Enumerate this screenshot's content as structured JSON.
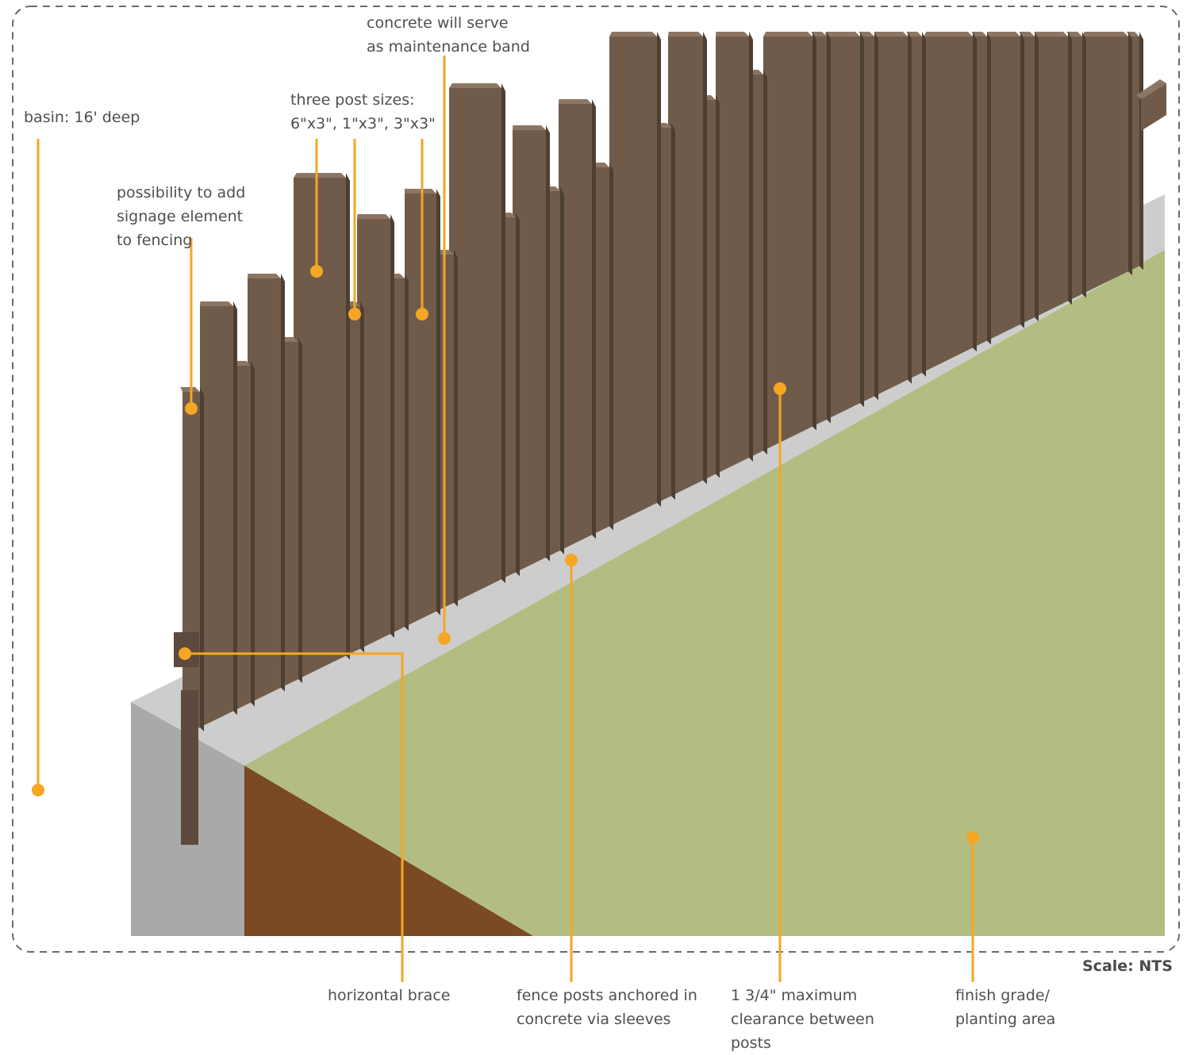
{
  "labels": {
    "basin": "basin: 16' deep",
    "signage": "possibility to add\nsignage element\nto fencing",
    "post_sizes": "three post sizes:\n6\"x3\", 1\"x3\", 3\"x3\"",
    "concrete_band": "concrete will serve\nas maintenance band",
    "horizontal_brace": "horizontal brace",
    "fence_posts": "fence posts anchored in\nconcrete via sleeves",
    "clearance": "1 3/4\" maximum\nclearance between\nposts",
    "finish_grade": "finish grade/\nplanting area"
  },
  "scale": "Scale: NTS",
  "colors": {
    "accent": "#f5a623",
    "post_front": "#705b4b",
    "post_top": "#8c7663",
    "post_side": "#4e3f33",
    "concrete_top": "#cdcdcd",
    "concrete_side": "#a9a9a9",
    "soil": "#7a4a22",
    "grass": "#b3bd82",
    "border": "#6a6a6a"
  }
}
